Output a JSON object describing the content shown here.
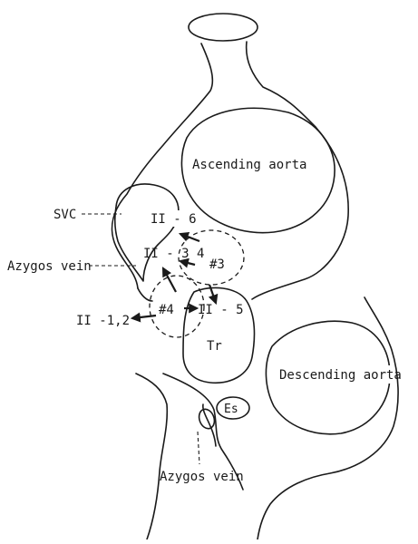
{
  "labels": {
    "ascending_aorta": "Ascending aorta",
    "svc": "SVC",
    "azygos_vein_left": "Azygos vein",
    "station_ii_6": "II - 6",
    "station_ii_3_4": "II - 3 4",
    "region_3": "#3",
    "region_4": "#4",
    "station_ii_5": "II - 5",
    "station_ii_1_2": "II -1,2",
    "trachea": "Tr",
    "descending_aorta": "Descending aorta",
    "esophagus": "Es",
    "azygos_vein_bottom": "Azygos vein"
  }
}
